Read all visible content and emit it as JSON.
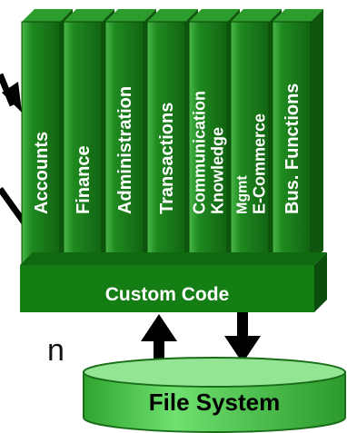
{
  "diagram": {
    "columns": [
      {
        "lines": [
          "Accounts"
        ]
      },
      {
        "lines": [
          "Finance"
        ]
      },
      {
        "lines": [
          "Administration"
        ]
      },
      {
        "lines": [
          "Transactions"
        ]
      },
      {
        "lines": [
          "Communication",
          "Knowledge"
        ]
      },
      {
        "lines": [
          "Mgmt",
          "E-Commerce"
        ]
      },
      {
        "lines": [
          "Bus. Functions"
        ]
      }
    ],
    "base_label": "Custom Code",
    "storage_label": "File System",
    "partial_text": "n",
    "colors": {
      "slab_face": "#1f8a1f",
      "slab_highlight": "#49b849",
      "slab_shadow": "#0d4f0d",
      "base_face": "#137a13",
      "cylinder_top": "#8fe08f",
      "cylinder_body": "#3fc23f",
      "arrow": "#000000"
    }
  }
}
